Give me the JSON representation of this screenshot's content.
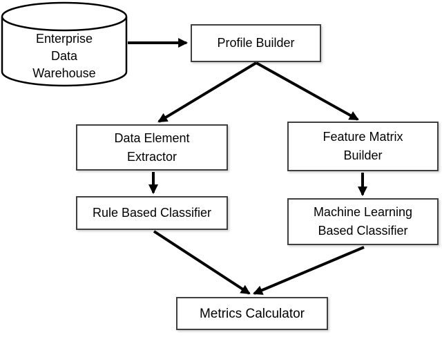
{
  "diagram": {
    "type": "flowchart",
    "background": "#ffffff",
    "colors": {
      "box_fill": "#ffffff",
      "box_border": "#3f3f3f",
      "arrow": "#000000",
      "text": "#000000",
      "cylinder_stroke": "#000000"
    },
    "nodes": {
      "enterprise_data_warehouse": {
        "shape": "cylinder",
        "lines": [
          "Enterprise",
          "Data",
          "Warehouse"
        ]
      },
      "profile_builder": {
        "shape": "rect",
        "lines": [
          "Profile Builder"
        ]
      },
      "data_element_extractor": {
        "shape": "rect",
        "lines": [
          "Data Element",
          "Extractor"
        ]
      },
      "feature_matrix_builder": {
        "shape": "rect",
        "lines": [
          "Feature Matrix",
          "Builder"
        ]
      },
      "rule_based_classifier": {
        "shape": "rect",
        "lines": [
          "Rule Based Classifier"
        ]
      },
      "machine_learning_based_classifier": {
        "shape": "rect",
        "lines": [
          "Machine Learning",
          "Based Classifier"
        ]
      },
      "metrics_calculator": {
        "shape": "rect",
        "lines": [
          "Metrics Calculator"
        ]
      }
    },
    "edges": [
      {
        "from": "enterprise_data_warehouse",
        "to": "profile_builder"
      },
      {
        "from": "profile_builder",
        "to": "data_element_extractor"
      },
      {
        "from": "profile_builder",
        "to": "feature_matrix_builder"
      },
      {
        "from": "data_element_extractor",
        "to": "rule_based_classifier"
      },
      {
        "from": "feature_matrix_builder",
        "to": "machine_learning_based_classifier"
      },
      {
        "from": "rule_based_classifier",
        "to": "metrics_calculator"
      },
      {
        "from": "machine_learning_based_classifier",
        "to": "metrics_calculator"
      }
    ]
  }
}
